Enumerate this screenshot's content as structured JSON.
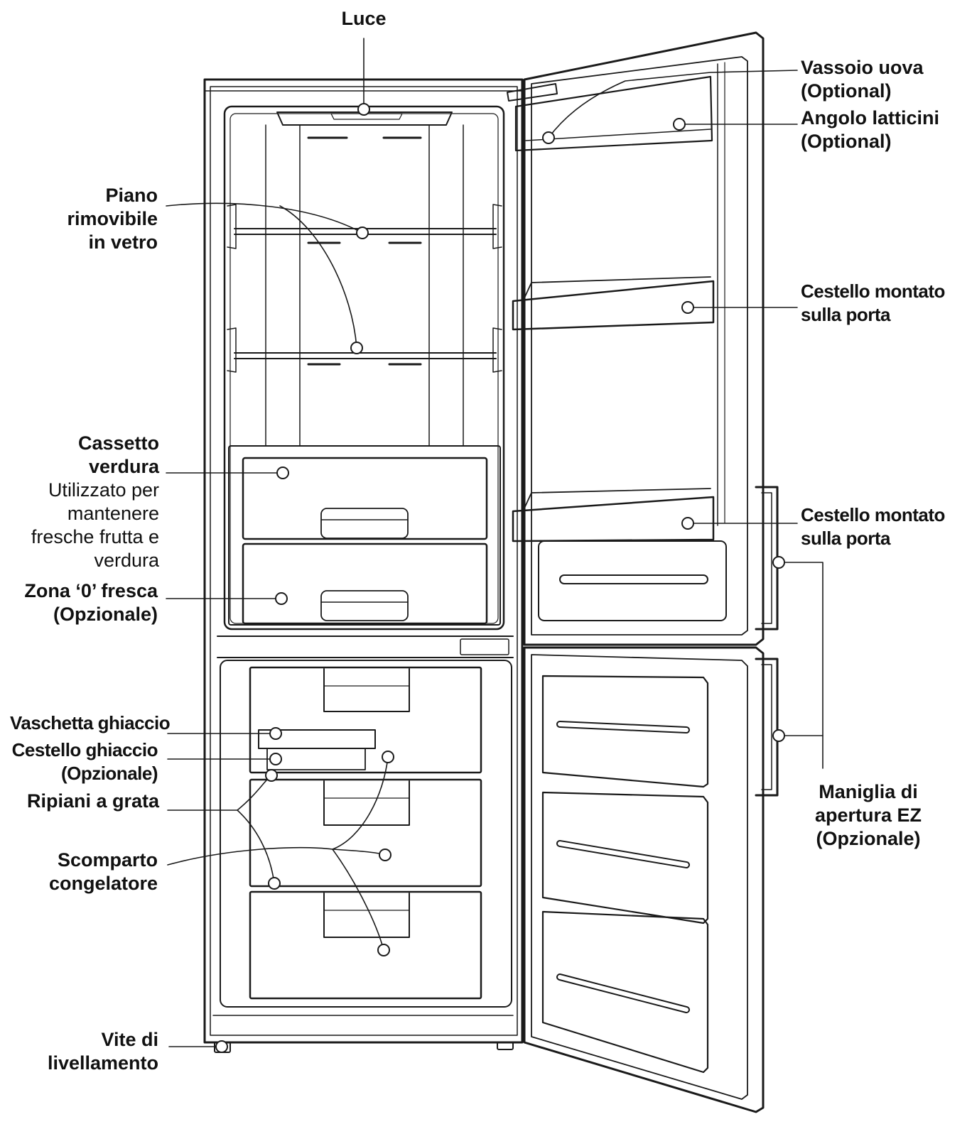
{
  "labels": {
    "luce": [
      "Luce"
    ],
    "vassoio_uova": [
      "Vassoio uova",
      "(Optional)"
    ],
    "angolo_latticini": [
      "Angolo latticini",
      "(Optional)"
    ],
    "piano_rimovibile": [
      "Piano",
      "rimovibile",
      "in vetro"
    ],
    "cestello_porta_1": [
      "Cestello montato",
      "sulla porta"
    ],
    "cassetto_verdura": {
      "title": [
        "Cassetto",
        "verdura"
      ],
      "desc": [
        "Utilizzato per",
        "mantenere",
        "fresche frutta e",
        "verdura"
      ]
    },
    "cestello_porta_2": [
      "Cestello montato",
      "sulla porta"
    ],
    "zona_fresca": [
      "Zona ‘0’ fresca",
      "(Opzionale)"
    ],
    "vaschetta_ghiaccio": [
      "Vaschetta ghiaccio"
    ],
    "cestello_ghiaccio": [
      "Cestello ghiaccio",
      "(Opzionale)"
    ],
    "ripiani_grata": [
      "Ripiani a grata"
    ],
    "scomparto_congelatore": [
      "Scomparto",
      "congelatore"
    ],
    "maniglia": [
      "Maniglia di",
      "apertura EZ",
      "(Opzionale)"
    ],
    "vite_livellamento": [
      "Vite di",
      "livellamento"
    ]
  }
}
